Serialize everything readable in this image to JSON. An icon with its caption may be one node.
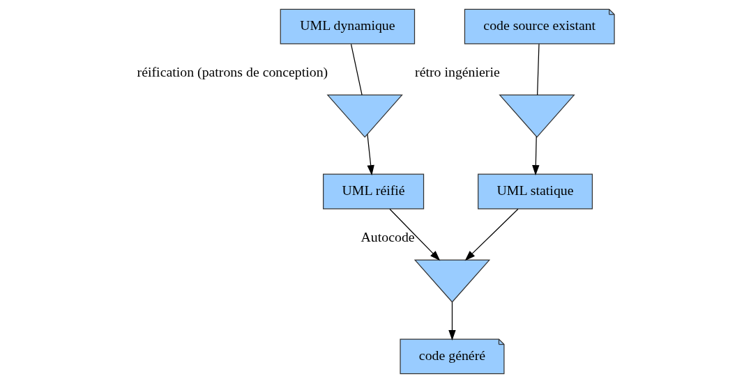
{
  "diagram": {
    "nodes": [
      {
        "text": [
          "UML dynamique"
        ]
      },
      {
        "text": [
          "UML statique"
        ]
      },
      {
        "text": [],
        "shape": "hourglass",
        "beside": [
          "réification (patrons de conception)"
        ]
      },
      {
        "text": [
          "UML réifié"
        ]
      },
      {
        "text": [],
        "shape": "hourglass",
        "beside": [
          "rétro ingénierie"
        ]
      },
      {
        "text": [],
        "shape": "hourglass",
        "beside": [
          "Autocode"
        ]
      },
      {
        "text": [
          "code source existant"
        ]
      },
      {
        "text": [
          "code généré"
        ]
      }
    ],
    "edges": [
      {
        "from": 0,
        "to": 2,
        "arrow": "none"
      },
      {
        "from": 2,
        "to": 3,
        "arrow": "to"
      },
      {
        "from": 6,
        "to": 4,
        "arrow": "none"
      },
      {
        "from": 4,
        "to": 1,
        "arrow": "to"
      },
      {
        "from": 1,
        "to": 5,
        "arrow": "to"
      },
      {
        "from": 3,
        "to": 5,
        "arrow": "to"
      },
      {
        "from": 5,
        "to": 7,
        "arrow": "to"
      }
    ]
  }
}
